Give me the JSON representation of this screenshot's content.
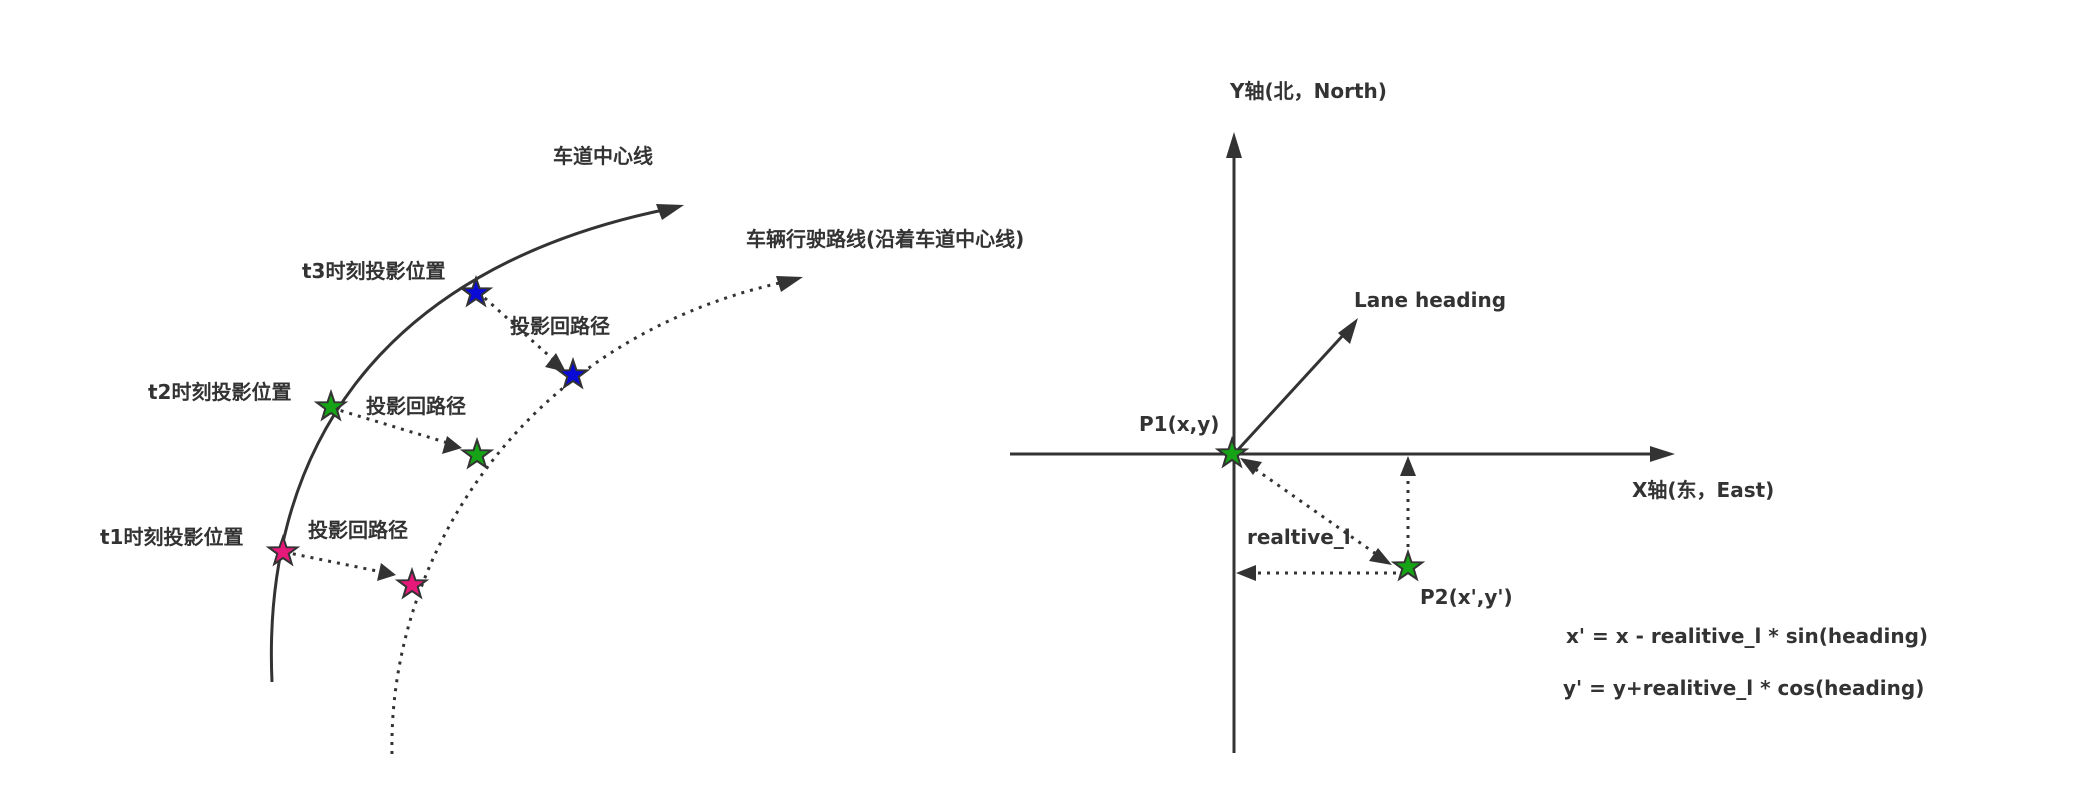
{
  "left_diagram": {
    "lane_centerline_label": "车道中心线",
    "vehicle_path_label": "车辆行驶路线(沿着车道中心线)",
    "t3_label": "t3时刻投影位置",
    "t2_label": "t2时刻投影位置",
    "t1_label": "t1时刻投影位置",
    "return_path_t3": "投影回路径",
    "return_path_t2": "投影回路径",
    "return_path_t1": "投影回路径"
  },
  "right_diagram": {
    "y_axis_label": "Y轴(北，North)",
    "x_axis_label": "X轴(东，East)",
    "lane_heading_label": "Lane heading",
    "p1_label": "P1(x,y)",
    "p2_label": "P2(x',y')",
    "offset_label": "realtive_l",
    "formula_x": "x' = x - realitive_l * sin(heading)",
    "formula_y": "y' = y+realitive_l * cos(heading)"
  },
  "colors": {
    "t3_star": "#0a0ad6",
    "t2_star": "#16a416",
    "t1_star": "#e6197a",
    "p1_star": "#16a416",
    "p2_star": "#16a416",
    "line": "#333333"
  }
}
